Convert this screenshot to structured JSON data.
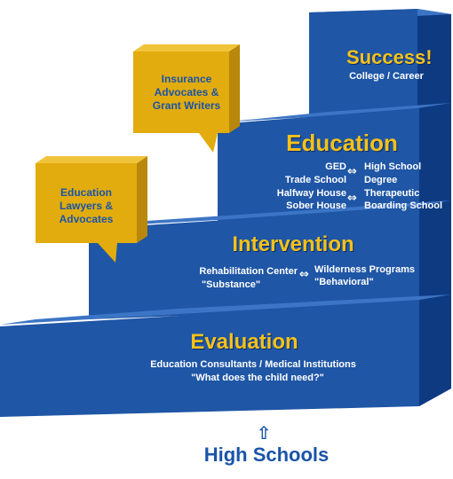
{
  "colors": {
    "step_front": "#1f56a6",
    "step_top": "#3d75c6",
    "step_side": "#0e3a82",
    "bubble_front": "#e2ac0e",
    "bubble_side": "#b9870a",
    "title_gold": "#f6c21a",
    "high_schools": "#1a54a8"
  },
  "steps": {
    "evaluation": {
      "title": "Evaluation",
      "line1": "Education Consultants / Medical Institutions",
      "line2": "\"What does the child need?\""
    },
    "intervention": {
      "title": "Intervention",
      "left1": "Rehabilitation Center",
      "left2": "\"Substance\"",
      "right1": "Wilderness Programs",
      "right2": "\"Behavioral\""
    },
    "education": {
      "title": "Education",
      "r1_left1": "GED",
      "r1_left2": "Trade School",
      "r1_right1": "High School",
      "r1_right2": "Degree",
      "r2_left1": "Halfway House",
      "r2_left2": "Sober House",
      "r2_right1": "Therapeutic",
      "r2_right2": "Boarding School"
    },
    "success": {
      "title": "Success!",
      "line1": "College / Career"
    }
  },
  "bubbles": {
    "lawyers": {
      "line1": "Education",
      "line2": "Lawyers &",
      "line3": "Advocates"
    },
    "insurance": {
      "line1": "Insurance",
      "line2": "Advocates &",
      "line3": "Grant Writers"
    }
  },
  "base": {
    "arrow_icon": "up-arrow-icon",
    "label": "High Schools"
  }
}
